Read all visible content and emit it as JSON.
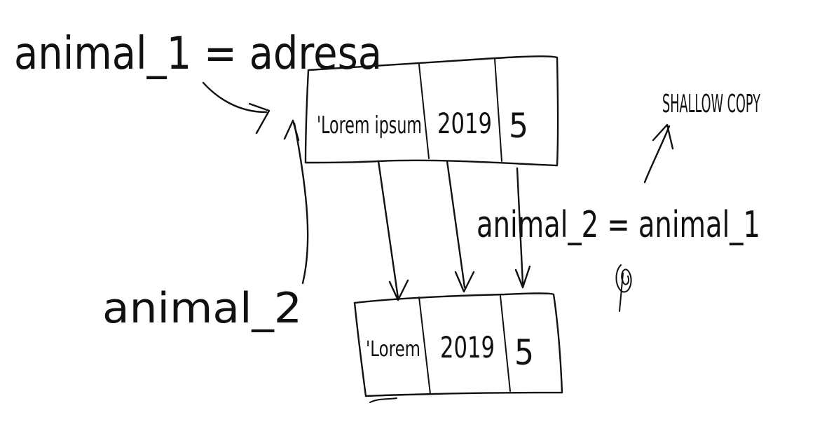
{
  "labels": {
    "top_assignment": "animal_1 = adresa",
    "copy_assignment": "animal_2 = animal_1",
    "bottom_name": "animal_2",
    "shallow_note": "SHALLOW COPY"
  },
  "top_box": {
    "cells": [
      "'Lorem ipsum",
      "2019",
      "5"
    ]
  },
  "bottom_box": {
    "cells": [
      "'Lorem",
      "2019",
      "5"
    ]
  },
  "colors": {
    "ink": "#111111",
    "background": "#ffffff"
  }
}
